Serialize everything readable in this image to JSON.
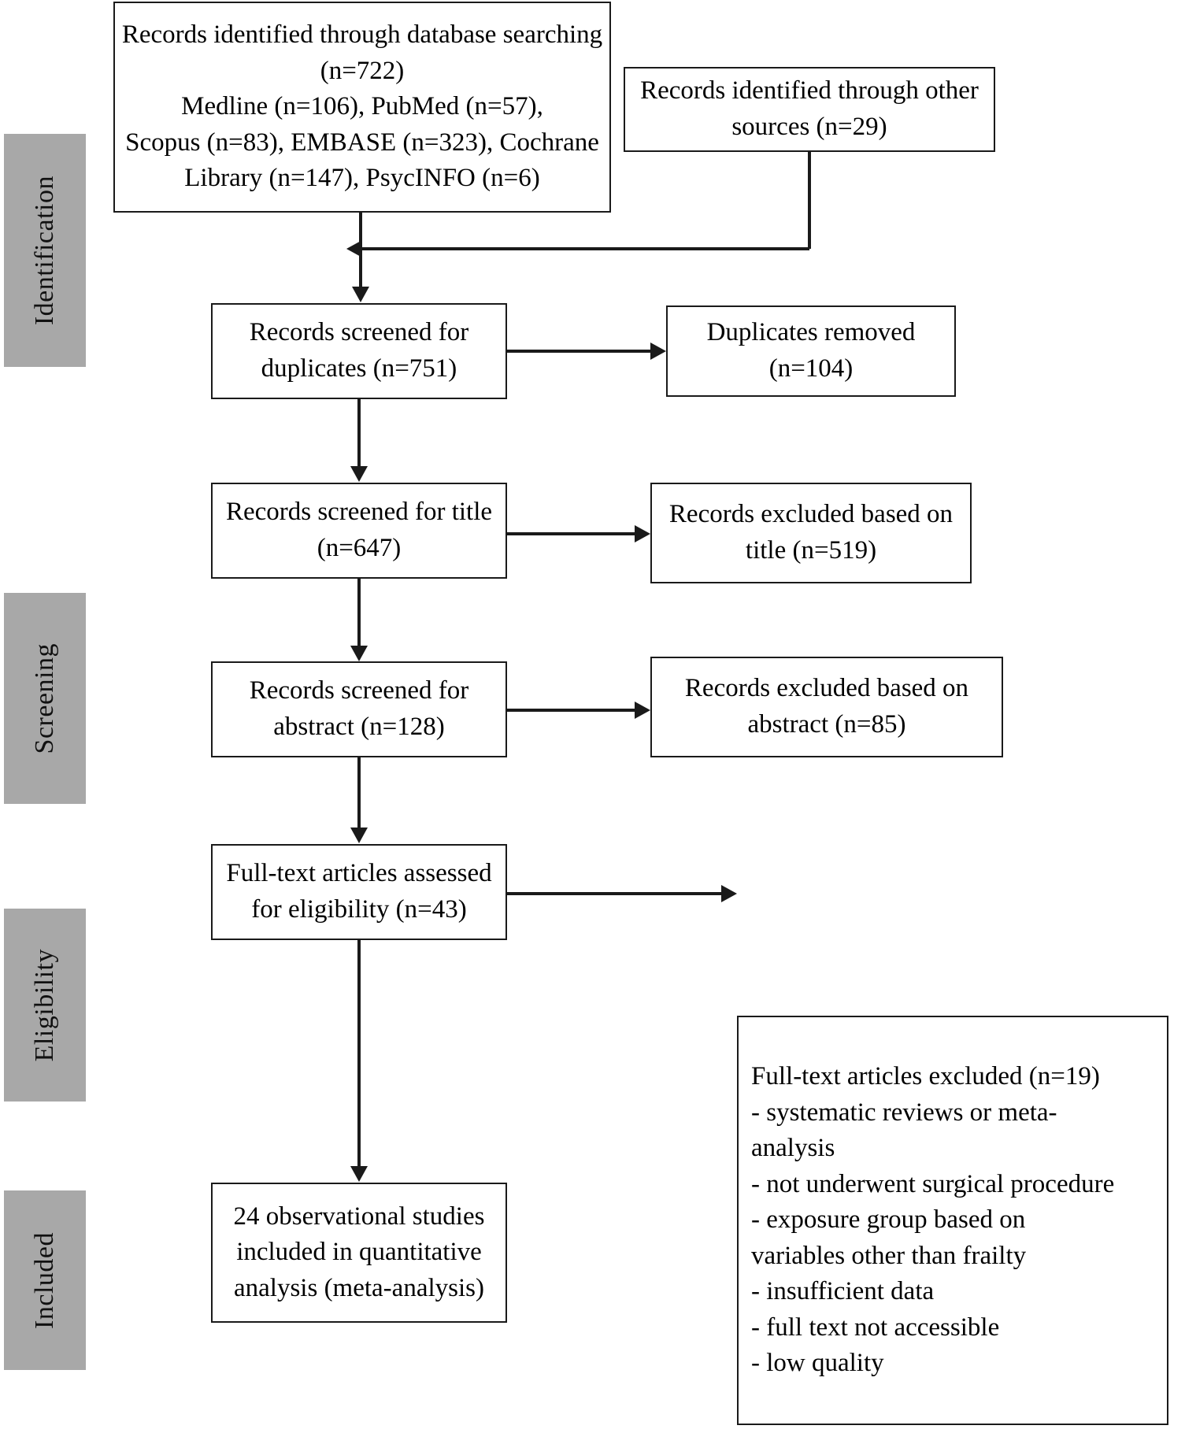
{
  "diagram": {
    "title": "PRISMA flow diagram",
    "colors": {
      "stage_bar": "#a8a8a8",
      "box_border": "#1a1a1a",
      "connector": "#1a1a1a",
      "background": "#ffffff"
    }
  },
  "stages": [
    {
      "label": "Identification"
    },
    {
      "label": "Screening"
    },
    {
      "label": "Eligibility"
    },
    {
      "label": "Included"
    }
  ],
  "boxes": {
    "database_search": {
      "lines": [
        "Records identified through database searching",
        "(n=722)",
        "Medline (n=106), PubMed (n=57),",
        "Scopus (n=83), EMBASE (n=323), Cochrane",
        "Library (n=147), PsycINFO (n=6)"
      ]
    },
    "other_sources": {
      "lines": [
        "Records identified through other",
        "sources (n=29)"
      ]
    },
    "screened_duplicates": {
      "lines": [
        "Records screened for",
        "duplicates (n=751)"
      ]
    },
    "duplicates_removed": {
      "lines": [
        "Duplicates removed",
        "(n=104)"
      ]
    },
    "screened_title": {
      "lines": [
        "Records screened for title",
        "(n=647)"
      ]
    },
    "excluded_title": {
      "lines": [
        "Records excluded based on",
        "title (n=519)"
      ]
    },
    "screened_abstract": {
      "lines": [
        "Records screened for",
        "abstract (n=128)"
      ]
    },
    "excluded_abstract": {
      "lines": [
        "Records excluded based on",
        "abstract (n=85)"
      ]
    },
    "fulltext_assessed": {
      "lines": [
        "Full-text articles assessed",
        "for eligibility (n=43)"
      ]
    },
    "fulltext_excluded": {
      "lines": [
        "Full-text articles excluded (n=19)",
        "- systematic reviews or meta-",
        "analysis",
        "- not underwent surgical procedure",
        "- exposure group based on",
        "variables other than frailty",
        "- insufficient data",
        "- full text not accessible",
        "- low quality"
      ]
    },
    "included_final": {
      "lines": [
        "24 observational studies",
        "included in quantitative",
        "analysis (meta-analysis)"
      ]
    }
  }
}
